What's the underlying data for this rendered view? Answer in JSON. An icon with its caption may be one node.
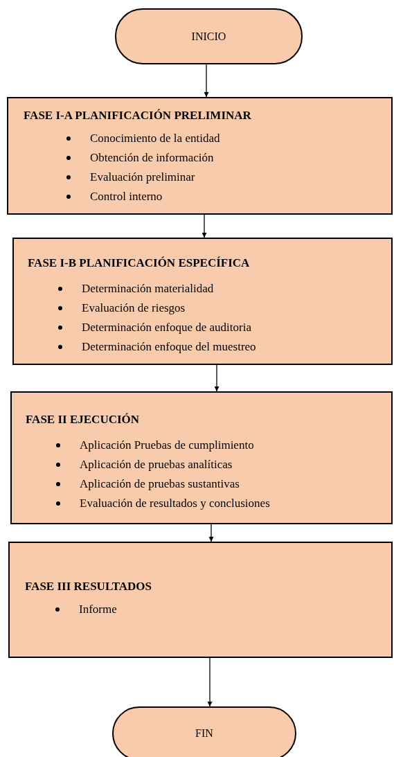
{
  "diagram": {
    "nodes": [
      {
        "text": [
          "INICIO"
        ]
      },
      {
        "text": [
          "FASE I-A PLANIFICACIÓN PRELIMINAR",
          "Conocimiento de la entidad",
          "Obtención de información",
          "Evaluación preliminar",
          "Control interno"
        ]
      },
      {
        "text": [
          "FASE I-B PLANIFICACIÓN ESPECÍFICA",
          "Determinación materialidad",
          "Evaluación de riesgos",
          "Determinación enfoque de auditoria",
          "Determinación enfoque del muestreo"
        ]
      },
      {
        "text": [
          "FASE II EJECUCIÓN",
          "Aplicación Pruebas de cumplimiento",
          "Aplicación de pruebas analíticas",
          "Aplicación de pruebas sustantivas",
          "Evaluación de resultados y conclusiones"
        ]
      },
      {
        "text": [
          "FASE III RESULTADOS",
          "Informe"
        ]
      },
      {
        "text": [
          "FIN"
        ]
      }
    ],
    "edges": [
      {
        "from": 0,
        "to": 1,
        "arrow": "to"
      },
      {
        "from": 1,
        "to": 2,
        "arrow": "to"
      },
      {
        "from": 2,
        "to": 3,
        "arrow": "to"
      },
      {
        "from": 3,
        "to": 4,
        "arrow": "to"
      },
      {
        "from": 4,
        "to": 5,
        "arrow": "to"
      }
    ]
  }
}
